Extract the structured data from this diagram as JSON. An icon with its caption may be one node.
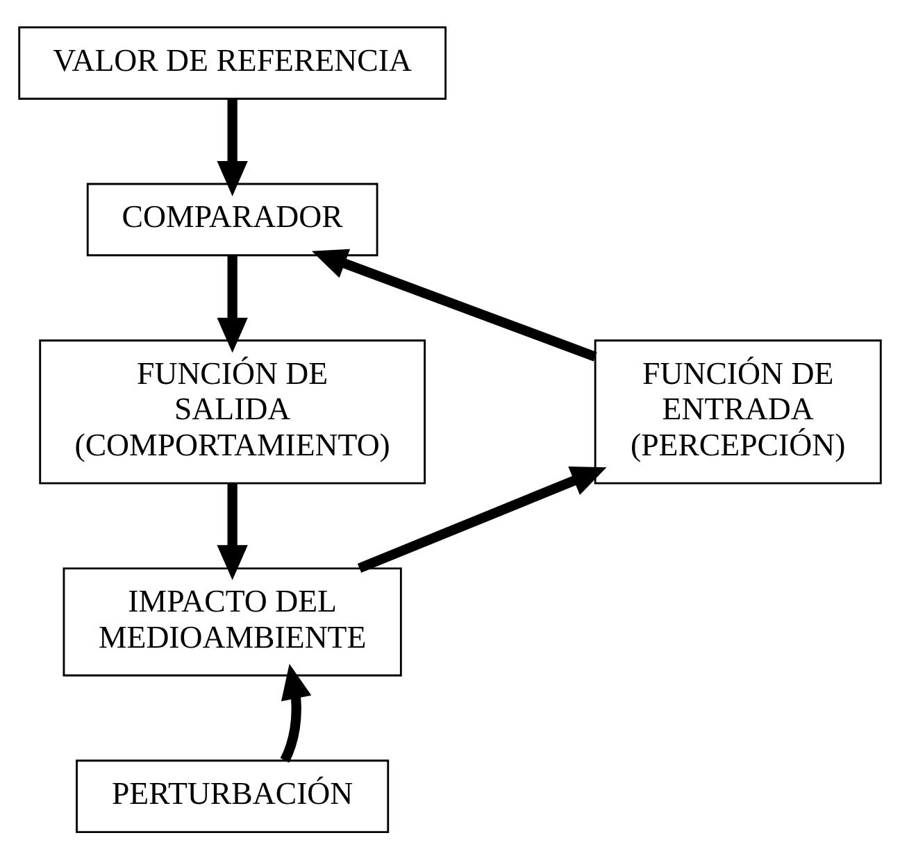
{
  "diagram": {
    "nodes": [
      {
        "text": [
          "VALOR DE REFERENCIA"
        ]
      },
      {
        "text": [
          "COMPARADOR"
        ]
      },
      {
        "text": [
          "FUNCIÓN DE SALIDA (COMPORTAMIENTO)"
        ]
      },
      {
        "text": [
          "FUNCIÓN DE ENTRADA (PERCEPCIÓN)"
        ]
      },
      {
        "text": [
          "IMPACTO DEL MEDIOAMBIENTE"
        ]
      },
      {
        "text": [
          "PERTURBACIÓN"
        ]
      }
    ],
    "edges": [
      {
        "from": 0,
        "to": 1,
        "arrow": "to"
      },
      {
        "from": 1,
        "to": 2,
        "arrow": "to"
      },
      {
        "from": 2,
        "to": 4,
        "arrow": "to"
      },
      {
        "from": 4,
        "to": 3,
        "arrow": "to"
      },
      {
        "from": 3,
        "to": 1,
        "arrow": "to"
      },
      {
        "from": 5,
        "to": 4,
        "arrow": "to"
      }
    ]
  }
}
